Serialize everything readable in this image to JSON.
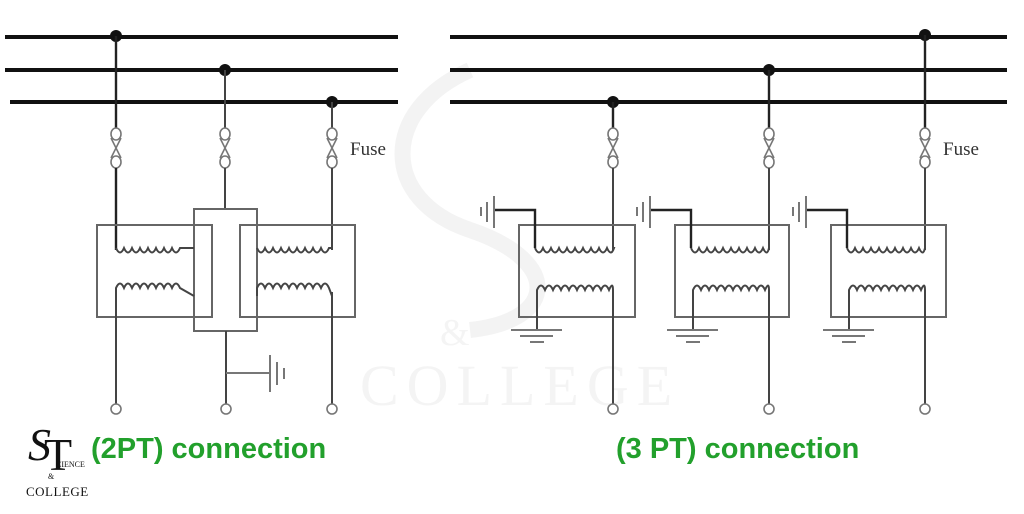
{
  "diagrams": [
    {
      "id": "two-pt",
      "caption": "(2PT) connection",
      "fuse_label": "Fuse",
      "phases": 3,
      "transformers": 2
    },
    {
      "id": "three-pt",
      "caption": "(3 PT) connection",
      "fuse_label": "Fuse",
      "phases": 3,
      "transformers": 3
    }
  ],
  "logo": {
    "initials_s": "S",
    "initials_t": "T",
    "line1": "CIENCE",
    "amp": "&",
    "line3": "COLLEGE"
  },
  "watermark": {
    "text": "COLLEGE",
    "amp": "&"
  },
  "colors": {
    "caption": "#22a02c",
    "bus": "#111111",
    "wire": "#444444"
  }
}
